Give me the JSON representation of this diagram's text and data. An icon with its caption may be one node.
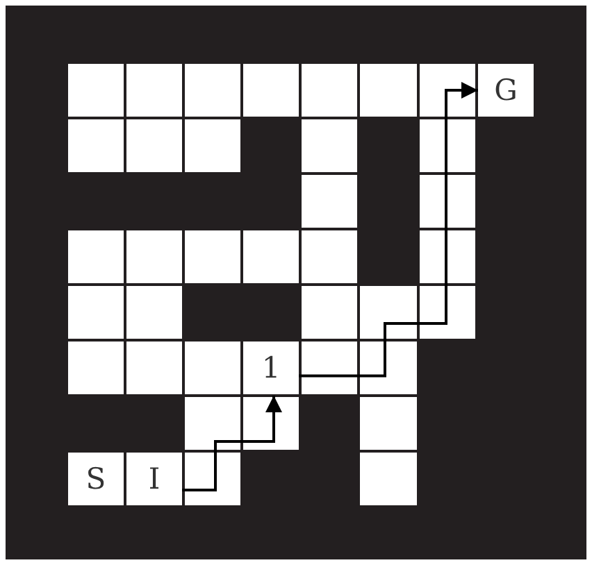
{
  "diagram": {
    "nodes": [
      {
        "text": [
          "G"
        ]
      },
      {
        "text": [
          "1"
        ]
      },
      {
        "text": [
          "S"
        ]
      },
      {
        "text": [
          "I"
        ]
      }
    ],
    "edges": [
      {
        "from": 3,
        "to": 1,
        "arrow": "to"
      },
      {
        "from": 1,
        "to": 0,
        "arrow": "to"
      }
    ]
  }
}
